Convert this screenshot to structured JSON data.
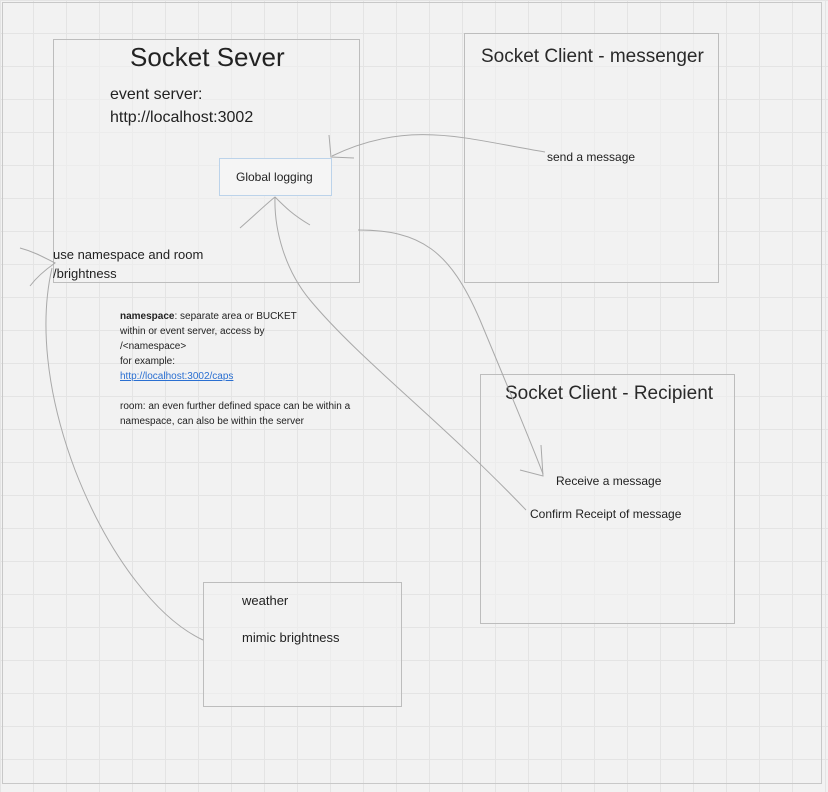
{
  "socket_server": {
    "title": "Socket Sever",
    "event_label": "event server:",
    "event_url": "http://localhost:3002",
    "global_logging": "Global logging"
  },
  "namespace_label": {
    "line1": "use namespace and room",
    "line2": "/brightness"
  },
  "note": {
    "namespace_term": "namespace",
    "line1_rest": ": separate area or BUCKET",
    "line2": "within or event server, access by",
    "line3": "/<namespace>",
    "line4": "for example:",
    "link": "http://localhost:3002/caps",
    "line6": "room: an even further defined space can be within a",
    "line7": "namespace, can also be within the server"
  },
  "client_messenger": {
    "title": "Socket Client - messenger",
    "action": "send a message"
  },
  "client_recipient": {
    "title": "Socket Client - Recipient",
    "action1": "Receive a message",
    "action2": "Confirm Receipt of message"
  },
  "weather": {
    "line1": "weather",
    "line2": "mimic brightness"
  }
}
